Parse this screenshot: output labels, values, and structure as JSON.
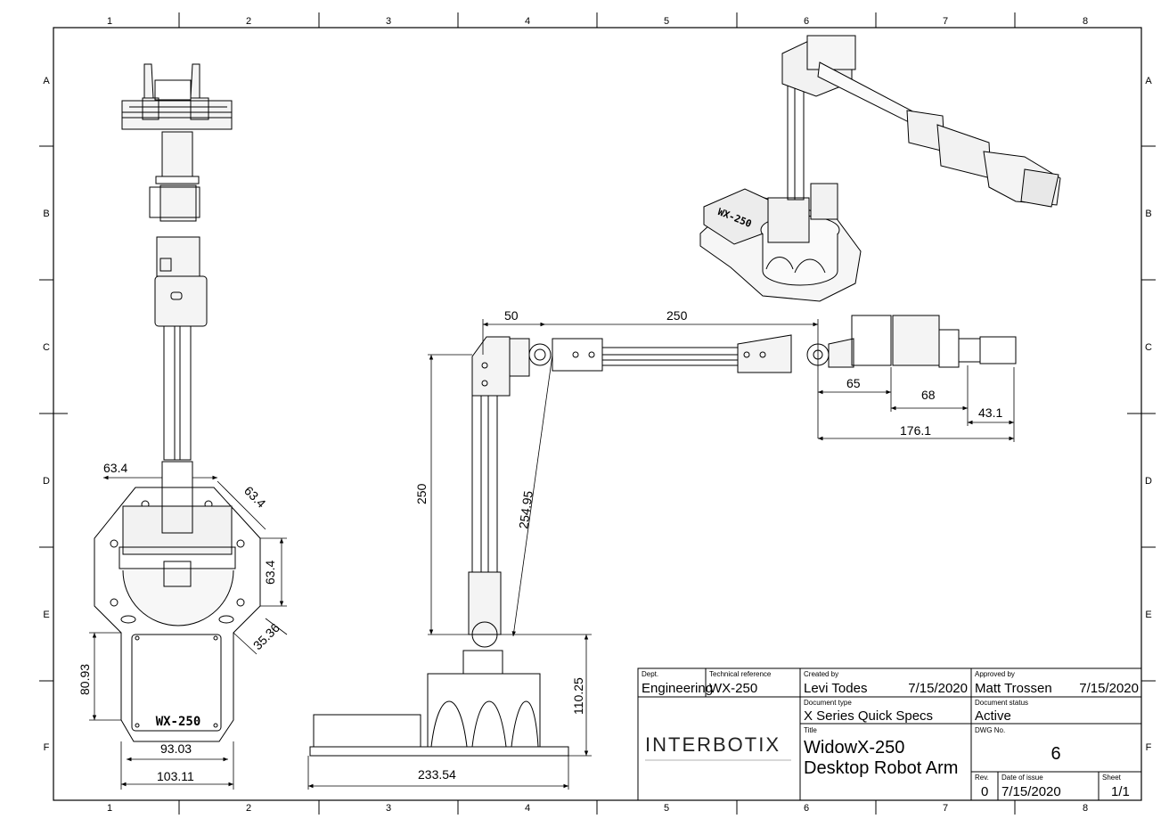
{
  "drawing": {
    "grid_columns": [
      "1",
      "2",
      "3",
      "4",
      "5",
      "6",
      "7",
      "8"
    ],
    "grid_rows": [
      "A",
      "B",
      "C",
      "D",
      "E",
      "F"
    ],
    "dimensions": {
      "top_view": {
        "width_tower": "63.4",
        "side_diag": "63.4",
        "side_vert": "63.4",
        "corner": "35.36",
        "plate_height": "80.93",
        "plate_inner_width": "93.03",
        "plate_width": "103.11"
      },
      "side_view": {
        "shoulder_offset": "50",
        "upper_arm": "250",
        "shoulder_height": "250",
        "diagonal": "254.95",
        "base_height": "110.25",
        "base_length": "233.54",
        "wrist_65": "65",
        "wrist_68": "68",
        "gripper_43": "43.1",
        "wrist_total": "176.1"
      }
    },
    "base_label": "WX-250",
    "base_label_iso": "WX-250"
  },
  "title_block": {
    "dept_caption": "Dept.",
    "dept": "Engineering",
    "tech_ref_caption": "Technical reference",
    "tech_ref": "WX-250",
    "created_by_caption": "Created by",
    "created_by": "Levi Todes",
    "created_date": "7/15/2020",
    "approved_by_caption": "Approved by",
    "approved_by": "Matt Trossen",
    "approved_date": "7/15/2020",
    "doc_type_caption": "Document type",
    "doc_type": "X Series Quick Specs",
    "doc_status_caption": "Document status",
    "doc_status": "Active",
    "title_caption": "Title",
    "title_line1": "WidowX-250",
    "title_line2": "Desktop Robot Arm",
    "dwg_no_caption": "DWG No.",
    "dwg_no": "6",
    "rev_caption": "Rev.",
    "rev": "0",
    "date_issue_caption": "Date of issue",
    "date_issue": "7/15/2020",
    "sheet_caption": "Sheet",
    "sheet": "1/1",
    "logo_text": "INTERBOTIX"
  }
}
